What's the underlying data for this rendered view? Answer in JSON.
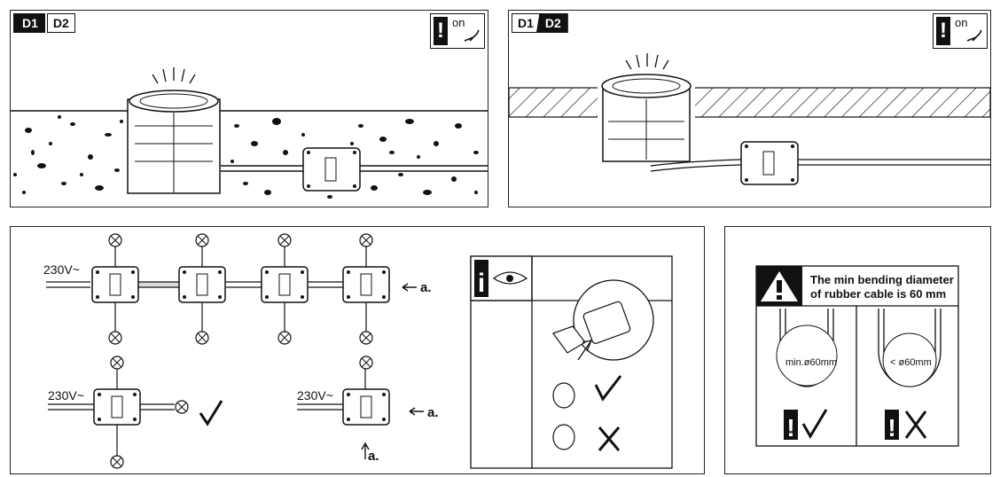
{
  "panel_d1": {
    "tag1": "D1",
    "tag2": "D2",
    "on_label": "on"
  },
  "panel_d2": {
    "tag1": "D1",
    "tag2": "D2",
    "on_label": "on"
  },
  "wiring": {
    "voltage_label": "230V~",
    "callout_label": "a.",
    "info_label": "a."
  },
  "bending": {
    "warning_line1": "The min bending diameter",
    "warning_line2": "of rubber cable is 60 mm",
    "left_circle_label": "min.ø60mm",
    "right_circle_label": "< ø60mm"
  },
  "colors": {
    "ink": "#111111",
    "paper": "#ffffff"
  },
  "icons": [
    "exclamation-icon",
    "switch-on-icon",
    "info-icon",
    "eye-icon",
    "check-icon",
    "cross-icon",
    "lamp-icon",
    "junction-box-icon",
    "warning-triangle-icon"
  ]
}
